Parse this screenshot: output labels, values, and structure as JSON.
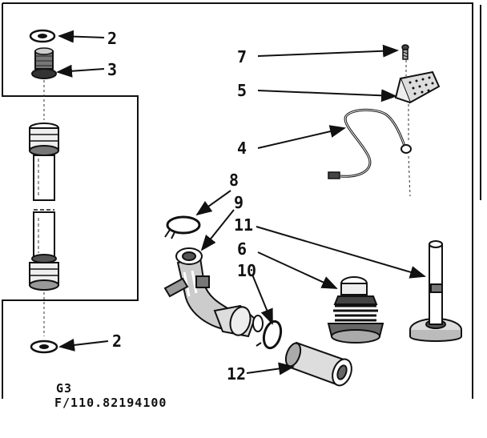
{
  "labels": {
    "l2a": "2",
    "l3": "3",
    "l7": "7",
    "l5": "5",
    "l4": "4",
    "l8": "8",
    "l9": "9",
    "l11": "11",
    "l6": "6",
    "l10": "10",
    "l2b": "2",
    "l12": "12"
  },
  "footer": {
    "group": "G3",
    "part_number": "F/110.82194100"
  }
}
